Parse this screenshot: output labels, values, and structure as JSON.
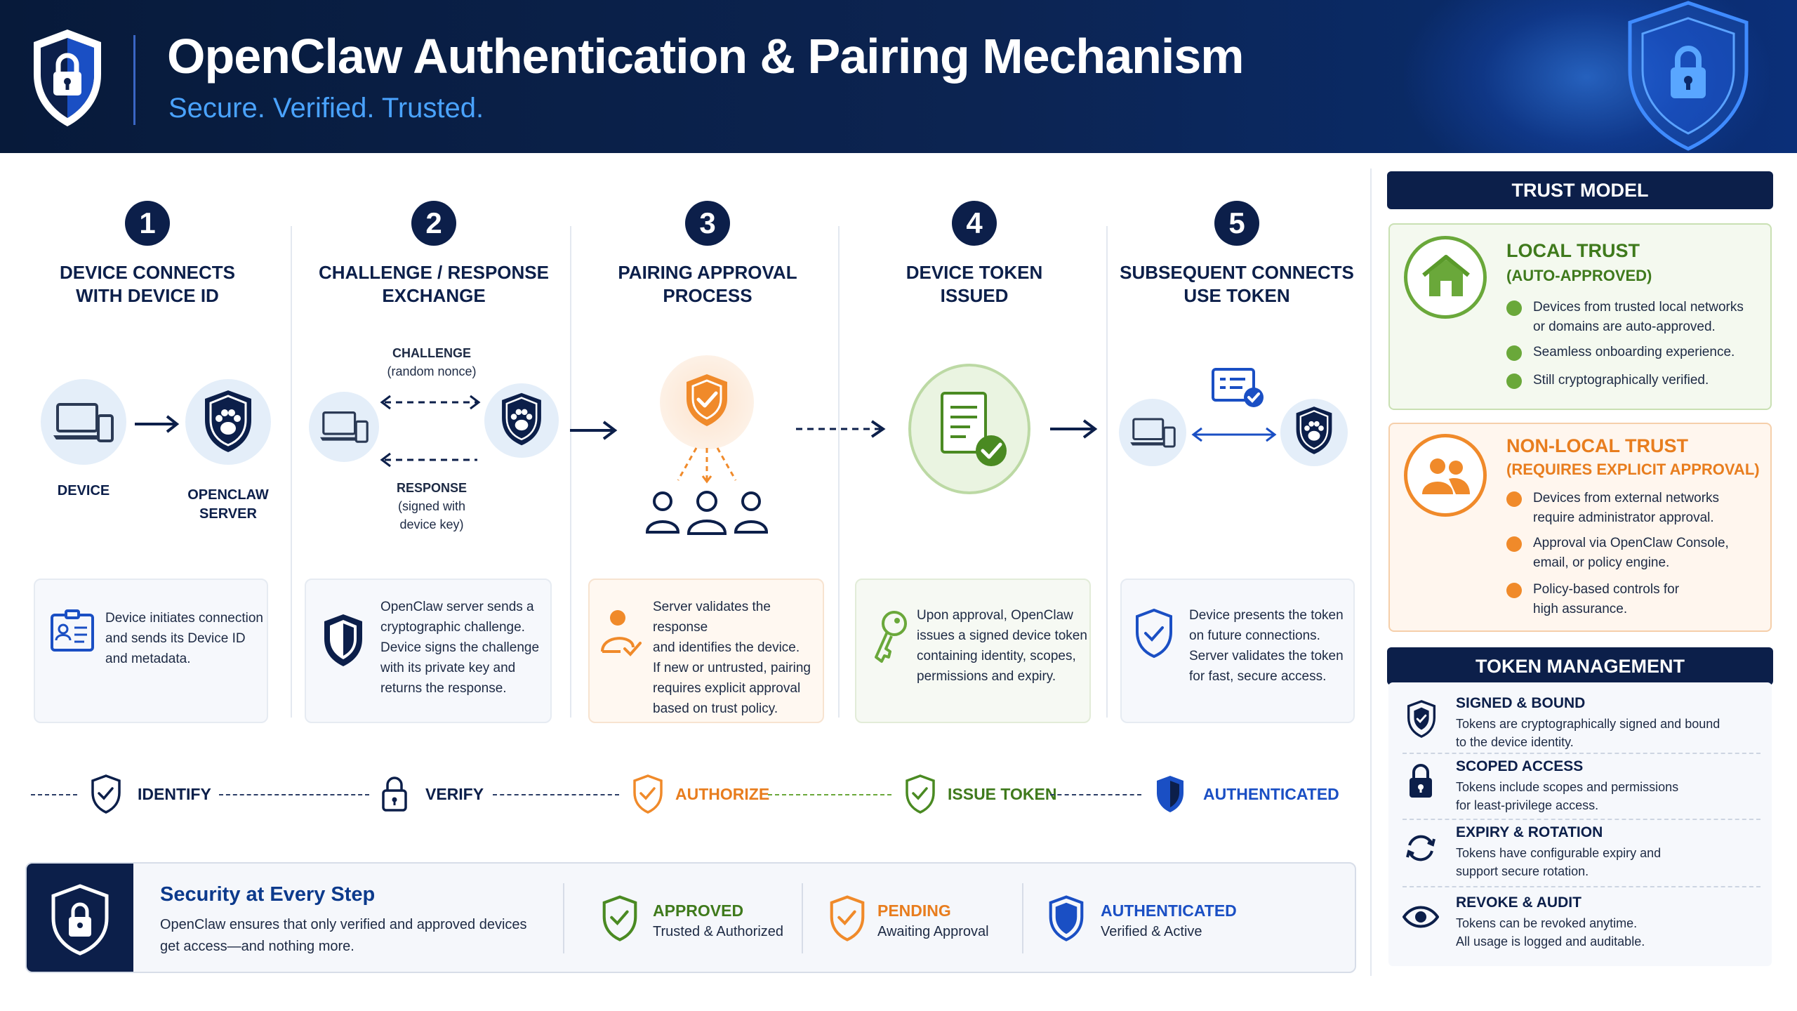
{
  "header": {
    "title": "OpenClaw Authentication & Pairing Mechanism",
    "subtitle": "Secure. Verified. Trusted."
  },
  "steps": [
    {
      "number": "1",
      "title": "DEVICE CONNECTS\nWITH DEVICE ID"
    },
    {
      "number": "2",
      "title": "CHALLENGE / RESPONSE\nEXCHANGE"
    },
    {
      "number": "3",
      "title": "PAIRING APPROVAL\nPROCESS"
    },
    {
      "number": "4",
      "title": "DEVICE TOKEN\nISSUED"
    },
    {
      "number": "5",
      "title": "SUBSEQUENT CONNECTS\nUSE TOKEN"
    }
  ],
  "diagram": {
    "device_label": "DEVICE",
    "server_label": "OPENCLAW\nSERVER",
    "challenge_label": "CHALLENGE",
    "challenge_sub": "(random nonce)",
    "response_label": "RESPONSE",
    "response_sub": "(signed with\ndevice key)"
  },
  "cards": [
    "Device initiates connection\nand sends its Device ID\nand metadata.",
    "OpenClaw server sends a\ncryptographic challenge.\nDevice signs the challenge\nwith its private key and\nreturns the response.",
    "Server validates the response\nand identifies the device.\nIf new or untrusted, pairing\nrequires explicit approval\nbased on trust policy.",
    "Upon approval, OpenClaw\nissues a signed device token\ncontaining identity, scopes,\npermissions and expiry.",
    "Device presents the token\non future connections.\nServer validates the token\nfor fast, secure access."
  ],
  "stages": [
    "IDENTIFY",
    "VERIFY",
    "AUTHORIZE",
    "ISSUE TOKEN",
    "AUTHENTICATED"
  ],
  "bottom": {
    "title": "Security at Every Step",
    "text": "OpenClaw ensures that only verified and approved devices\nget access—and nothing more.",
    "statuses": [
      {
        "title": "APPROVED",
        "sub": "Trusted & Authorized"
      },
      {
        "title": "PENDING",
        "sub": "Awaiting Approval"
      },
      {
        "title": "AUTHENTICATED",
        "sub": "Verified & Active"
      }
    ]
  },
  "trust_model": {
    "heading": "TRUST MODEL",
    "local": {
      "title": "LOCAL TRUST",
      "sub": "(AUTO-APPROVED)",
      "bullets": [
        "Devices from trusted local networks\nor domains are auto-approved.",
        "Seamless onboarding experience.",
        "Still cryptographically verified."
      ]
    },
    "nonlocal": {
      "title": "NON-LOCAL TRUST",
      "sub": "(REQUIRES EXPLICIT APPROVAL)",
      "bullets": [
        "Devices from external networks\nrequire administrator approval.",
        "Approval via OpenClaw Console,\nemail, or policy engine.",
        "Policy-based controls for\nhigh assurance."
      ]
    }
  },
  "token_management": {
    "heading": "TOKEN MANAGEMENT",
    "items": [
      {
        "title": "SIGNED & BOUND",
        "text": "Tokens are cryptographically signed and bound\nto the device identity."
      },
      {
        "title": "SCOPED ACCESS",
        "text": "Tokens include scopes and permissions\nfor least-privilege access."
      },
      {
        "title": "EXPIRY & ROTATION",
        "text": "Tokens have configurable expiry and\nsupport secure rotation."
      },
      {
        "title": "REVOKE & AUDIT",
        "text": "Tokens can be revoked anytime.\nAll usage is logged and auditable."
      }
    ]
  },
  "colors": {
    "navy": "#0c1f4a",
    "blue": "#1a4fc4",
    "green": "#5a9a2a",
    "orange": "#e87d1e"
  }
}
